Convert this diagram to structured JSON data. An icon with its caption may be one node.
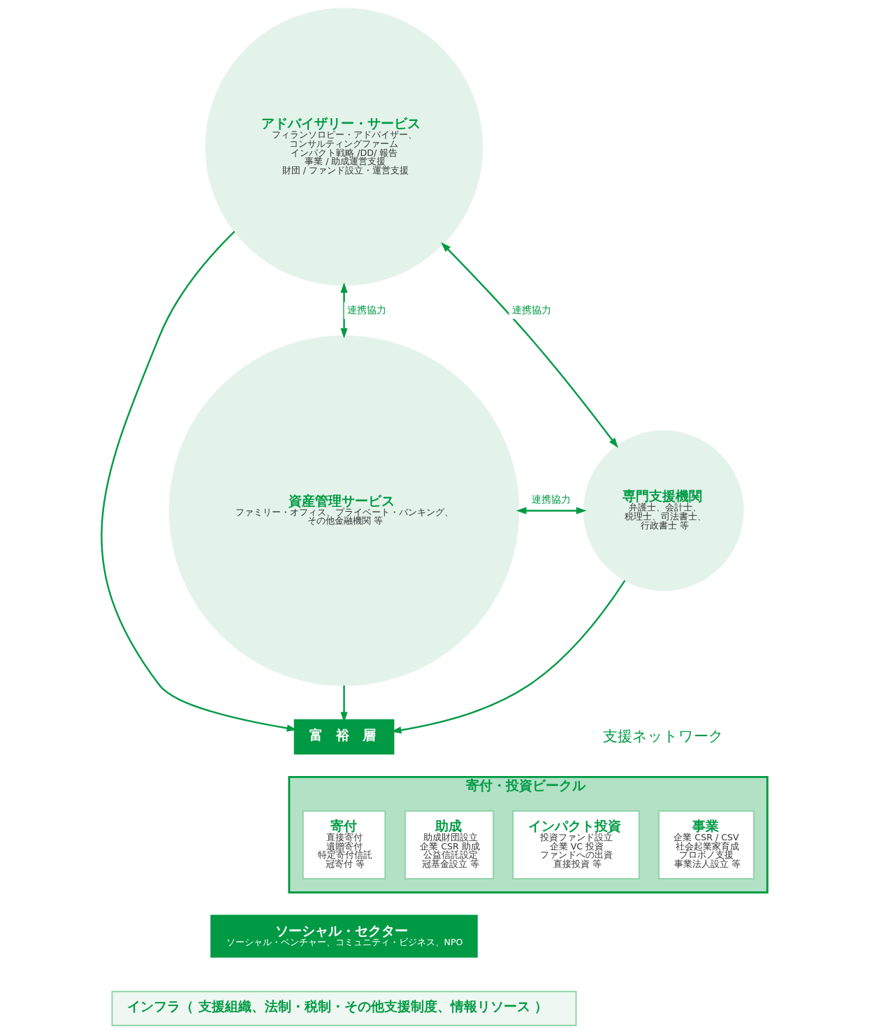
{
  "diagram": {
    "nodes": [
      {
        "text": [
          "アドバイザリー・サービス",
          "フィランソロピー・アドバイザー、コンサルティングファーム",
          "インパクト戦略 /DD/ 報告",
          "事業 / 助成運営支援",
          "財団 / ファンド設立・運営支援"
        ]
      },
      {
        "text": [
          "資産管理サービス",
          "ファミリー・オフィス、プライベート・バンキング、その他金融機関 等"
        ]
      },
      {
        "text": [
          "専門支援機関",
          "弁護士、会計士、税理士、司法書士、行政書士 等"
        ]
      },
      {
        "text": [
          "富　裕　層"
        ]
      },
      {
        "text": [
          "寄付・投資ビークル"
        ]
      },
      {
        "text": [
          "寄付",
          "直接寄付",
          "遺贈寄付",
          "特定寄付信託",
          "冠寄付 等"
        ],
        "in": 4
      },
      {
        "text": [
          "助成",
          "助成財団設立",
          "企業 CSR 助成",
          "公益信託設定",
          "冠基金設立 等"
        ],
        "in": 4
      },
      {
        "text": [
          "インパクト投資",
          "投資ファンド設立",
          "企業 VC 投資",
          "ファンドへの出資",
          "直接投資 等"
        ],
        "in": 4
      },
      {
        "text": [
          "事業",
          "企業 CSR / CSV",
          "社会起業家育成",
          "プロボノ支援",
          "事業法人設立 等"
        ],
        "in": 4
      },
      {
        "text": [
          "ソーシャル・セクター",
          "ソーシャル・ベンチャー、コミュニティ・ビジネス、NPO"
        ]
      },
      {
        "text": [
          "インフラ（ 支援組織、法制・税制・その他支援制度、情報リソース ）"
        ]
      }
    ],
    "edges": [
      {
        "from": 1,
        "to": 0,
        "arrow": "both",
        "label": "連携協力"
      },
      {
        "from": 0,
        "to": 2,
        "arrow": "both",
        "label": "連携協力"
      },
      {
        "from": 1,
        "to": 2,
        "arrow": "both",
        "label": "連携協力"
      },
      {
        "from": 0,
        "to": 3,
        "arrow": "to"
      },
      {
        "from": 1,
        "to": 3,
        "arrow": "to"
      },
      {
        "from": 2,
        "to": 3,
        "arrow": "to"
      }
    ],
    "labels": [
      "支援ネットワーク"
    ]
  }
}
